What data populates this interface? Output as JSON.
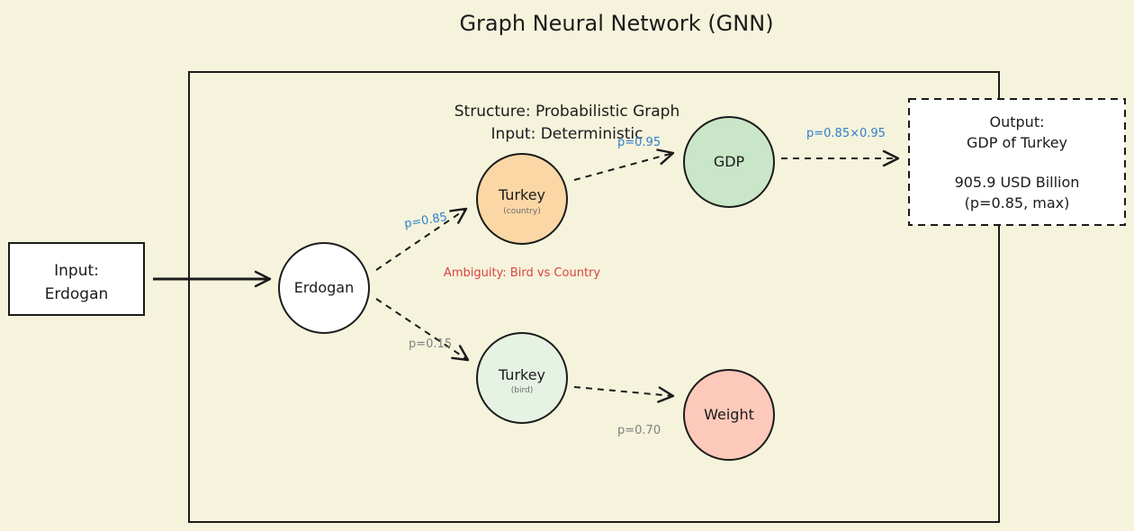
{
  "title": "Graph Neural Network (GNN)",
  "container": {
    "structure_label": "Structure: Probabilistic Graph",
    "input_label": "Input: Deterministic"
  },
  "input_box": {
    "line1": "Input:",
    "line2": "Erdogan"
  },
  "output_box": {
    "line1": "Output:",
    "line2": "GDP of Turkey",
    "line3": "905.9 USD Billion",
    "line4": "(p=0.85, max)"
  },
  "nodes": {
    "erdogan": {
      "label": "Erdogan",
      "fill": "#ffffff"
    },
    "turkey_country": {
      "label": "Turkey",
      "sub": "(country)",
      "fill": "#fbd7a6"
    },
    "turkey_bird": {
      "label": "Turkey",
      "sub": "(bird)",
      "fill": "#e6f2e4"
    },
    "gdp": {
      "label": "GDP",
      "fill": "#c9e6c8"
    },
    "weight": {
      "label": "Weight",
      "fill": "#fcc9bb"
    }
  },
  "edges": {
    "erdogan_country": {
      "label": "p=0.85",
      "color": "#2f7fc9"
    },
    "erdogan_bird": {
      "label": "p=0.15",
      "color": "#808080"
    },
    "country_gdp": {
      "label": "p=0.95",
      "color": "#2f7fc9"
    },
    "gdp_output": {
      "label": "p=0.85×0.95",
      "color": "#2f7fc9"
    },
    "bird_weight": {
      "label": "p=0.70",
      "color": "#808080"
    }
  },
  "ambiguity": {
    "label": "Ambiguity: Bird vs Country",
    "color": "#d9433f"
  },
  "colors": {
    "background": "#f5f3dc",
    "stroke": "#1b1b1b"
  }
}
